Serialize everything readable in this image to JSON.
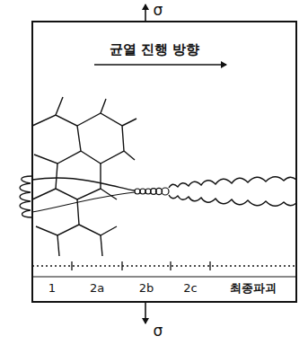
{
  "diagram": {
    "labels": [
      "σ",
      "균열 진행 방향",
      "1",
      "2a",
      "2b",
      "2c",
      "최종파괴",
      "σ"
    ]
  }
}
